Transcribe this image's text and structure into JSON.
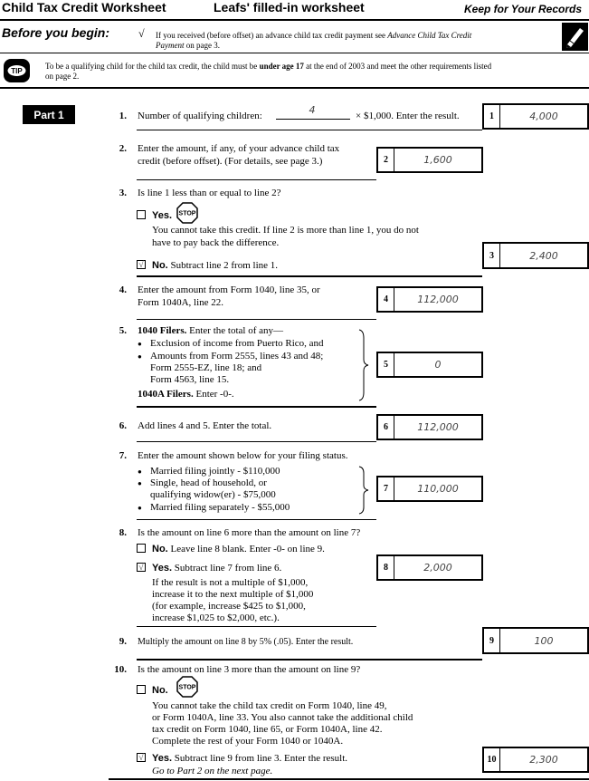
{
  "header": {
    "title": "Child Tax Credit Worksheet",
    "subtitle": "Leafs' filled-in worksheet",
    "keep": "Keep for Your Records"
  },
  "before": {
    "heading": "Before you begin:",
    "check": "√",
    "text1": "If you received (before offset) an advance child tax credit payment see",
    "text1_italic": "Advance Child Tax Credit",
    "text2_italic": "Payment",
    "text2": "on page 3."
  },
  "tip": {
    "icon_label": "TIP",
    "text1a": "To be a qualifying child for the child tax credit, the child must be",
    "text1b": "under age 17",
    "text1c": "at the end of 2003 and meet the other requirements listed",
    "text2": "on page 2."
  },
  "part": "Part 1",
  "stop_label": "STOP",
  "lines": {
    "l1": {
      "num": "1.",
      "text": "Number of qualifying children:",
      "children": "4",
      "mult": "×  $1,000. Enter the result.",
      "box": "1",
      "value": "4,000"
    },
    "l2": {
      "num": "2.",
      "text1": "Enter the amount, if any, of your advance child tax",
      "text2": "credit (before offset). (For details, see page 3.)",
      "box": "2",
      "value": "1,600"
    },
    "l3": {
      "num": "3.",
      "text": "Is line 1 less than or equal to line 2?",
      "yes": "Yes.",
      "yes_t1": "You cannot take this credit. If line 2 is more than line 1, you do not",
      "yes_t2": "have to pay back the difference.",
      "no": "No.",
      "no_t": "Subtract line 2 from line 1.",
      "no_mark": "√",
      "box": "3",
      "value": "2,400"
    },
    "l4": {
      "num": "4.",
      "text1": "Enter the amount from Form 1040, line 35, or",
      "text2": "Form 1040A, line 22.",
      "box": "4",
      "value": "112,000"
    },
    "l5": {
      "num": "5.",
      "head_b": "1040 Filers.",
      "head": "Enter the total of any—",
      "b1": "Exclusion of income from Puerto Rico, and",
      "b2": "Amounts from Form 2555, lines 43 and 48;",
      "b2b": "Form 2555-EZ, line 18; and",
      "b2c": "Form 4563, line 15.",
      "foot_b": "1040A Filers.",
      "foot": "Enter -0-.",
      "box": "5",
      "value": "0"
    },
    "l6": {
      "num": "6.",
      "text": "Add lines 4 and 5. Enter the total.",
      "box": "6",
      "value": "112,000"
    },
    "l7": {
      "num": "7.",
      "text": "Enter the amount shown below for your filing status.",
      "b1": "Married filing jointly - $110,000",
      "b2": "Single, head of household, or",
      "b2b": "qualifying widow(er) - $75,000",
      "b3": "Married filing separately - $55,000",
      "box": "7",
      "value": "110,000"
    },
    "l8": {
      "num": "8.",
      "text": "Is the amount on line 6 more than the amount on line 7?",
      "no": "No.",
      "no_t": "Leave line 8 blank. Enter -0- on line 9.",
      "yes": "Yes.",
      "yes_t": "Subtract line 7 from line 6.",
      "yes_mark": "√",
      "r1": "If the result is not a multiple of $1,000,",
      "r2": "increase it to the next multiple of $1,000",
      "r3": "(for example, increase $425 to $1,000,",
      "r4": "increase $1,025 to $2,000, etc.).",
      "box": "8",
      "value": "2,000"
    },
    "l9": {
      "num": "9.",
      "text": "Multiply the amount on line 8 by 5% (.05). Enter the result.",
      "box": "9",
      "value": "100"
    },
    "l10": {
      "num": "10.",
      "text": "Is the amount on line 3 more than the amount on line 9?",
      "no": "No.",
      "n1": "You cannot take the child tax credit on Form 1040, line 49,",
      "n2": "or Form 1040A, line 33. You also cannot take the additional child",
      "n3": "tax credit on Form 1040, line 65, or Form 1040A, line 42.",
      "n4": "Complete the rest of your Form 1040 or 1040A.",
      "yes": "Yes.",
      "yes_t": "Subtract line 9 from line 3. Enter the result.",
      "yes_mark": "√",
      "go": "Go to Part 2 on the next page.",
      "box": "10",
      "value": "2,300"
    }
  }
}
